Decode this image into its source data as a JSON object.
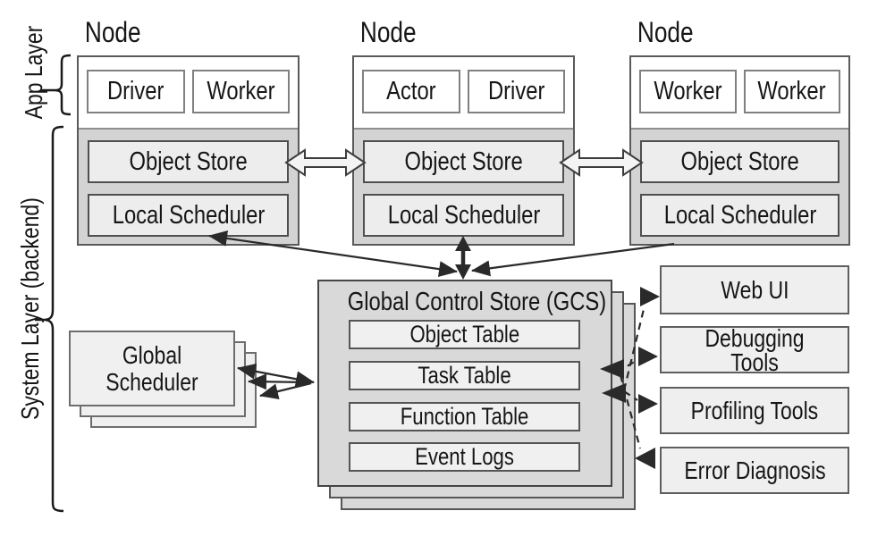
{
  "layers": {
    "app": "App Layer",
    "system": "System Layer (backend)"
  },
  "nodes": [
    {
      "title": "Node",
      "processes": [
        "Driver",
        "Worker"
      ],
      "object_store": "Object Store",
      "local_scheduler": "Local Scheduler"
    },
    {
      "title": "Node",
      "processes": [
        "Actor",
        "Driver"
      ],
      "object_store": "Object Store",
      "local_scheduler": "Local Scheduler"
    },
    {
      "title": "Node",
      "processes": [
        "Worker",
        "Worker"
      ],
      "object_store": "Object Store",
      "local_scheduler": "Local Scheduler"
    }
  ],
  "gcs": {
    "title": "Global Control Store (GCS)",
    "tables": [
      "Object Table",
      "Task Table",
      "Function Table",
      "Event Logs"
    ],
    "stacked_replicas": 3
  },
  "global_scheduler": {
    "label": "Global Scheduler",
    "stacked_replicas": 3
  },
  "tools": [
    {
      "label": "Web UI"
    },
    {
      "label": "Debugging Tools"
    },
    {
      "label": "Profiling Tools"
    },
    {
      "label": "Error Diagnosis"
    }
  ],
  "colors": {
    "node_fill": "#ffffff",
    "system_strip_fill": "#d3d3d3",
    "inner_box_fill": "#ededed",
    "gcs_fill": "#d9d9d9",
    "table_fill": "#f0f0f0",
    "tool_fill": "#efefef",
    "arrow": "#2a2a2a",
    "hollow_arrow_fill": "#f4f4f4"
  }
}
